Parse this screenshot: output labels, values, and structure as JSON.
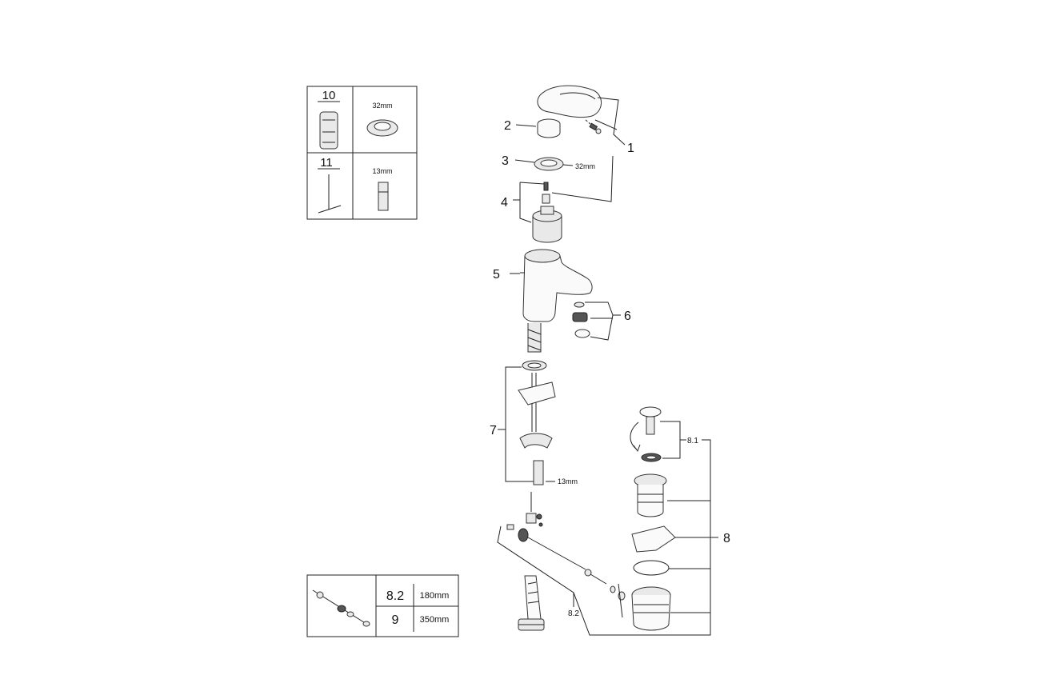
{
  "callouts": {
    "c1": "1",
    "c2": "2",
    "c3": "3",
    "c4": "4",
    "c5": "5",
    "c6": "6",
    "c7": "7",
    "c8": "8",
    "c81": "8.1",
    "c82": "8.2"
  },
  "dimensions": {
    "nut_32": "32mm",
    "bolt_13": "13mm"
  },
  "tool_box": {
    "item10": "10",
    "item10_size": "32mm",
    "item11": "11",
    "item11_size": "13mm"
  },
  "rod_box": {
    "row1_id": "8.2",
    "row1_len": "180mm",
    "row2_id": "9",
    "row2_len": "350mm"
  }
}
